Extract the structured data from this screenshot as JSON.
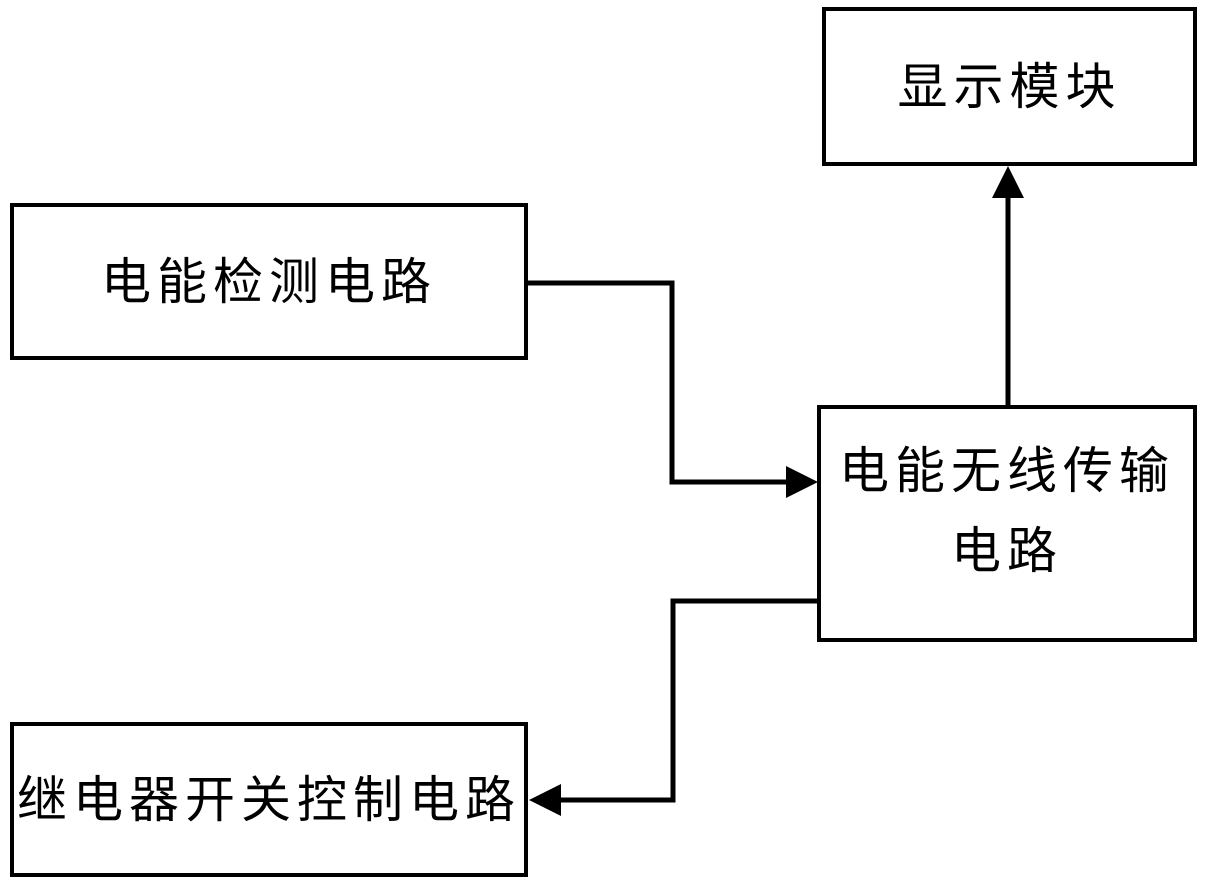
{
  "diagram": {
    "background_color": "#ffffff",
    "line_color": "#000000",
    "boxes": {
      "display_module": {
        "label": "显示模块"
      },
      "power_detection": {
        "label": "电能检测电路"
      },
      "wireless_transmission": {
        "line1": "电能无线传输",
        "line2": "电路"
      },
      "relay_switch_control": {
        "label": "继电器开关控制电路"
      }
    },
    "connectors": [
      {
        "name": "detection-to-wireless",
        "from": "power_detection",
        "to": "wireless_transmission",
        "arrow_direction": "right"
      },
      {
        "name": "wireless-to-display",
        "from": "wireless_transmission",
        "to": "display_module",
        "arrow_direction": "up"
      },
      {
        "name": "wireless-to-relay",
        "from": "wireless_transmission",
        "to": "relay_switch_control",
        "arrow_direction": "left"
      }
    ]
  }
}
